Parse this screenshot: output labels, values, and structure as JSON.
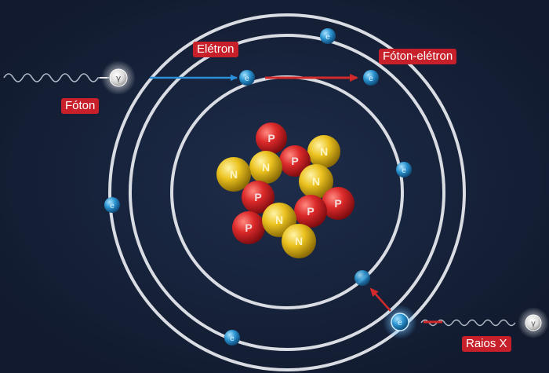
{
  "labels": {
    "eletron": "Elétron",
    "foton_eletron": "Fóton-elétron",
    "foton": "Fóton",
    "raios_x": "Raios X"
  },
  "particle_letters": {
    "proton": "P",
    "neutron": "N",
    "electron": "e",
    "photon": "γ"
  },
  "colors": {
    "background": "#15213a",
    "orbit": "#d9dde3",
    "electron": "#2a93d0",
    "proton": "#d6262b",
    "neutron": "#e9c425",
    "photon": "#e6e6e6",
    "label_bg": "#c8202a",
    "incoming_arrow": "#2b8fd8",
    "outgoing_arrow": "#d22a2a"
  }
}
